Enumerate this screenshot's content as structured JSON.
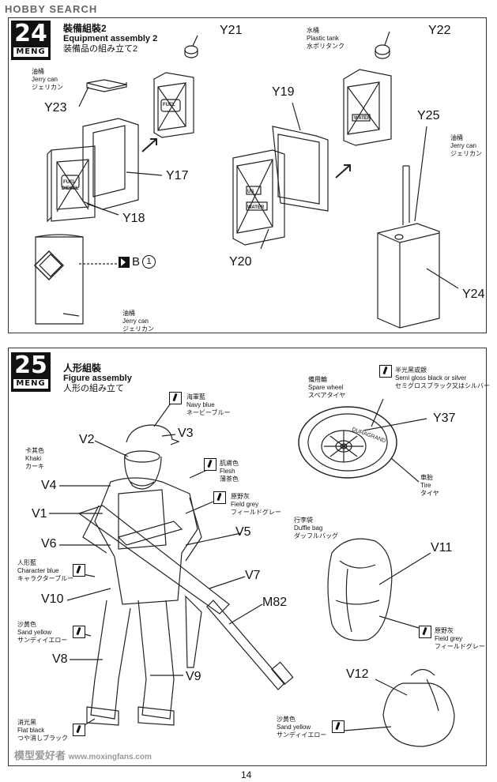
{
  "header": {
    "logo": "HOBBY SEARCH"
  },
  "step24": {
    "number": "24",
    "brand": "MENG",
    "title_cn": "裝備組裝2",
    "title_en": "Equipment assembly 2",
    "title_jp": "装備品の組み立て2",
    "labels": {
      "jerry_left": {
        "cn": "油桶",
        "en": "Jerry can",
        "jp": "ジェリカン"
      },
      "plastic_tank": {
        "cn": "水桶",
        "en": "Plastic tank",
        "jp": "水ポリタンク"
      },
      "jerry_right": {
        "cn": "油桶",
        "en": "Jerry can",
        "jp": "ジェリカン"
      },
      "jerry_decal": {
        "cn": "油桶",
        "en": "Jerry can",
        "jp": "ジェリカン"
      }
    },
    "decal_ref": {
      "letter": "B",
      "number": "1"
    },
    "parts": {
      "y21": "Y21",
      "y22": "Y22",
      "y23": "Y23",
      "y19": "Y19",
      "y25": "Y25",
      "y17": "Y17",
      "y18": "Y18",
      "y20": "Y20",
      "y24": "Y24"
    },
    "can_text": {
      "fuel": "FUEL",
      "diesel": "DIESEL",
      "us": "US",
      "water": "WATER"
    }
  },
  "step25": {
    "number": "25",
    "brand": "MENG",
    "title_cn": "人形組裝",
    "title_en": "Figure assembly",
    "title_jp": "人形の組み立て",
    "paints": {
      "navy": {
        "cn": "海軍藍",
        "en": "Navy blue",
        "jp": "ネービーブルー"
      },
      "khaki": {
        "cn": "卡其色",
        "en": "Khaki",
        "jp": "カーキ"
      },
      "flesh": {
        "cn": "肌膚色",
        "en": "Flesh",
        "jp": "薄茶色"
      },
      "field_grey": {
        "cn": "原野灰",
        "en": "Field grey",
        "jp": "フィールドグレー"
      },
      "char_blue": {
        "cn": "人形藍",
        "en": "Character blue",
        "jp": "キャラクターブルー"
      },
      "sand_yellow": {
        "cn": "沙黄色",
        "en": "Sand yellow",
        "jp": "サンディイエロー"
      },
      "flat_black": {
        "cn": "消光黑",
        "en": "Flat black",
        "jp": "つや消しブラック"
      },
      "semi_gloss": {
        "cn": "半光黑或銀",
        "en": "Semi gloss black or silver",
        "jp": "セミグロスブラック又はシルバー"
      },
      "field_grey2": {
        "cn": "原野灰",
        "en": "Field grey",
        "jp": "フィールドグレー"
      },
      "sand_yellow2": {
        "cn": "沙黄色",
        "en": "Sand yellow",
        "jp": "サンディイエロー"
      }
    },
    "items": {
      "spare_wheel": {
        "cn": "備用輪",
        "en": "Spare wheel",
        "jp": "スペアタイヤ"
      },
      "tire": {
        "cn": "車胎",
        "en": "Tire",
        "jp": "タイヤ"
      },
      "duffle": {
        "cn": "行李袋",
        "en": "Duffle bag",
        "jp": "ダッフルバッグ"
      }
    },
    "parts": {
      "v1": "V1",
      "v2": "V2",
      "v3": "V3",
      "v4": "V4",
      "v5": "V5",
      "v6": "V6",
      "v7": "V7",
      "v8": "V8",
      "v9": "V9",
      "v10": "V10",
      "v11": "V11",
      "v12": "V12",
      "m82": "M82",
      "y37": "Y37"
    },
    "tire_text": "DURAGRAND"
  },
  "footer": {
    "page": "14",
    "watermark": "www.moxingfans.com",
    "watermark_cn": "模型爱好者"
  }
}
